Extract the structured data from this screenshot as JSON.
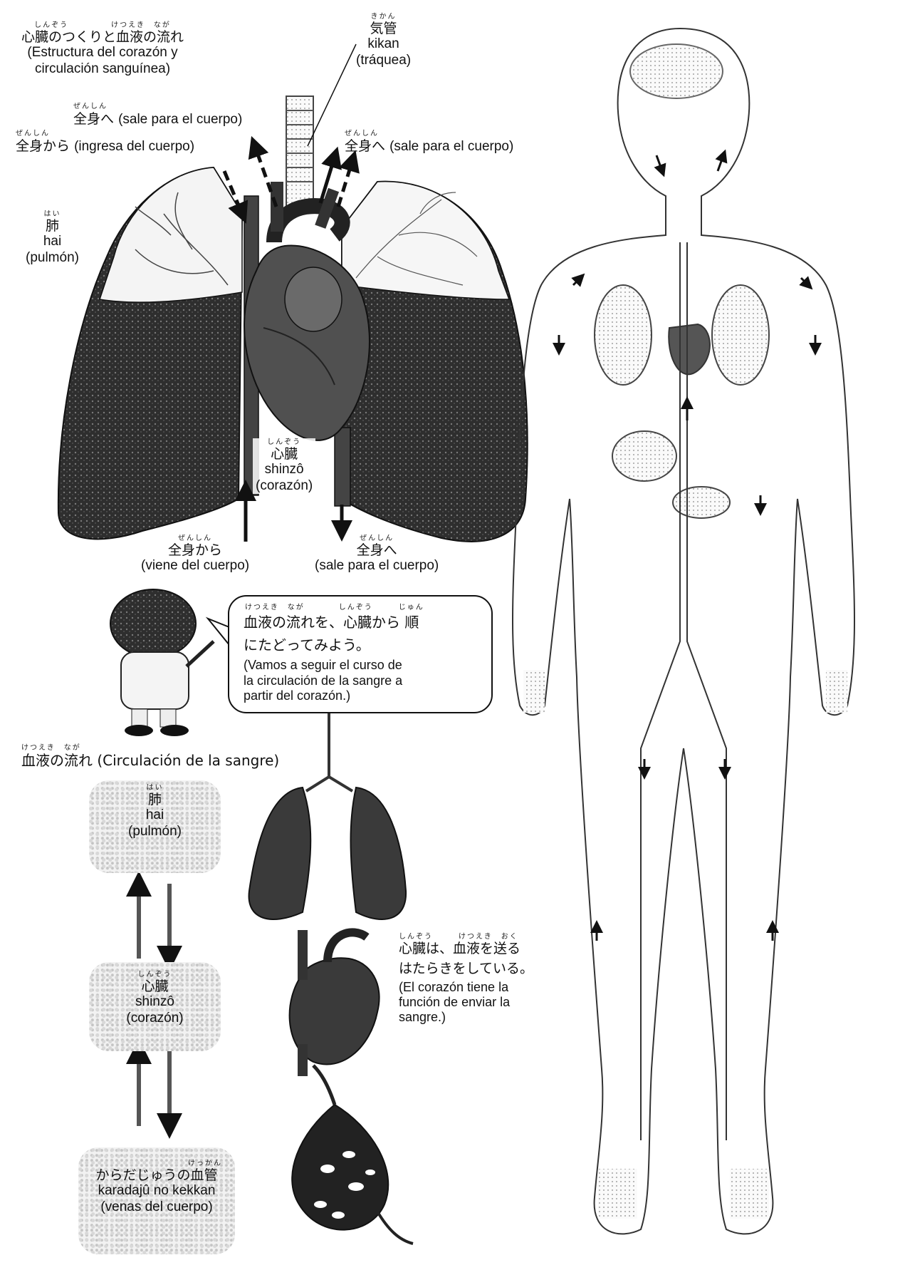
{
  "title": {
    "ruby": "しんぞう　　　　　けつえき　なが",
    "text": "心臓のつくりと血液の流れ",
    "es1": "(Estructura del corazón y",
    "es2": "circulación sanguínea)"
  },
  "trachea": {
    "ruby": "きかん",
    "jp": "気管",
    "romaji": "kikan",
    "es": "(tráquea)"
  },
  "body_out_top": {
    "ruby": "ぜんしん",
    "jp": "全身へ",
    "es": "(sale para el cuerpo)"
  },
  "body_in_top": {
    "ruby": "ぜんしん",
    "jp": "全身から",
    "es": "(ingresa del cuerpo)"
  },
  "body_out_right": {
    "ruby": "ぜんしん",
    "jp": "全身へ",
    "es": "(sale para el cuerpo)"
  },
  "lung_label": {
    "ruby": "はい",
    "jp": "肺",
    "romaji": "hai",
    "es": "(pulmón)"
  },
  "heart_label": {
    "ruby": "しんぞう",
    "jp": "心臓",
    "romaji": "shinzô",
    "es": "(corazón)"
  },
  "body_in_bottom": {
    "ruby": "ぜんしん",
    "jp": "全身から",
    "es": "(viene del cuerpo)"
  },
  "body_out_bottom": {
    "ruby": "ぜんしん",
    "jp": "全身へ",
    "es": "(sale para el cuerpo)"
  },
  "bubble": {
    "ruby": "けつえき　なが　　　　しんぞう　　　じゅん",
    "jp1": "血液の流れを、心臓から 順",
    "jp2": "にたどってみよう。",
    "es1": "(Vamos a seguir el curso de",
    "es2": "la circulación de la sangre a",
    "es3": "partir del corazón.)"
  },
  "flow_title": {
    "ruby": "けつえき　なが",
    "text": "血液の流れ (Circulación de la sangre)"
  },
  "flow_boxes": [
    {
      "ruby": "はい",
      "jp": "肺",
      "romaji": "hai",
      "es": "(pulmón)"
    },
    {
      "ruby": "しんぞう",
      "jp": "心臓",
      "romaji": "shinzô",
      "es": "(corazón)"
    },
    {
      "ruby": "けっかん",
      "jp": "からだじゅうの血管",
      "romaji": "karadajû no kekkan",
      "es": "(venas del cuerpo)"
    }
  ],
  "heart_function": {
    "ruby": "しんぞう　　　けつえき　おく",
    "jp1": "心臓は、血液を送る",
    "jp2": "はたらきをしている。",
    "es1": "(El corazón tiene la",
    "es2": "función de enviar la",
    "es3": "sangre.)"
  },
  "colors": {
    "ink": "#111111",
    "lung_dark": "#2b2b2b",
    "stipple": "#d0d0d0"
  }
}
